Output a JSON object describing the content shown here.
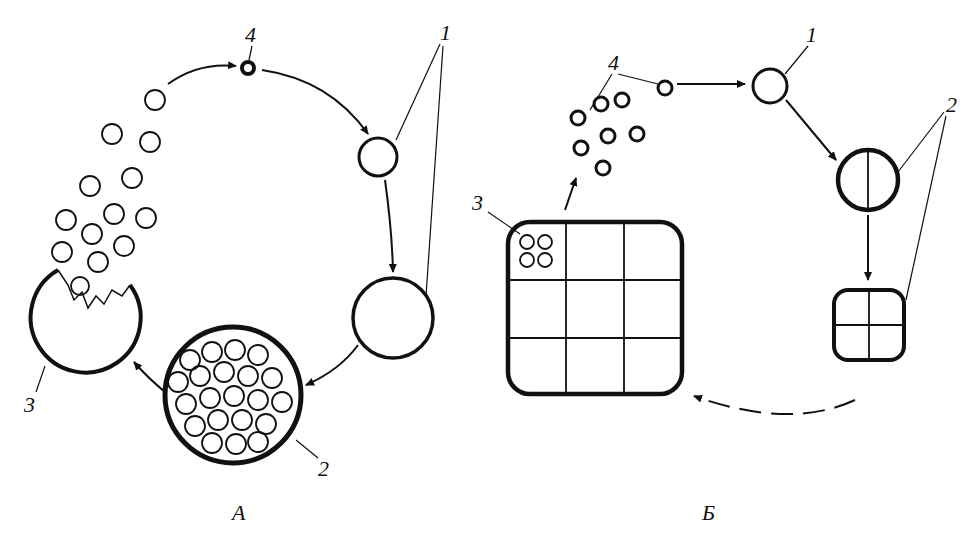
{
  "diagram": {
    "labels": [
      "4",
      "1",
      "2",
      "3",
      "А",
      "4",
      "1",
      "2",
      "3",
      "Б"
    ]
  }
}
